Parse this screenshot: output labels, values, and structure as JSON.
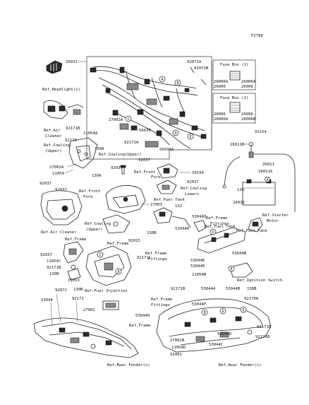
{
  "diagram_id": "F2780",
  "circle_letters": [
    "A",
    "B",
    "C",
    "D",
    "E"
  ],
  "boxes": {
    "fuse1": {
      "title": "Fuse Box (1)",
      "left": [
        "26006A",
        "26006"
      ],
      "right": [
        "26006A",
        "26006"
      ]
    },
    "fuse2": {
      "title": "Fuse Box (2)",
      "left": [
        "26006",
        "26006A"
      ],
      "right": [
        "26006",
        "26006B"
      ]
    }
  },
  "labels": {
    "p26031": "26031",
    "p92072A": "92072A",
    "p92072B": "92072B",
    "p26011B": "26011B",
    "p92154": "92154",
    "p26011": "26011",
    "p26011A": "26011A",
    "p130_batt": "130",
    "p26012": "26012",
    "p27002A": "27002A",
    "p56030": "56030",
    "p92171A": "92171A",
    "p56030A": "56030A",
    "p92171B_a": "92171B",
    "p11054A": "11054A",
    "p92170": "92170",
    "p130A_a": "130A",
    "p92037_a": "92037",
    "p27002A_b": "27002A",
    "p11054": "11054",
    "p130A_b": "130A",
    "p92037_b": "92037",
    "p39156": "39156",
    "p92037_c": "92037",
    "p92037_d": "92037",
    "p92037_e": "92037",
    "p132": "132",
    "p27003": "27003",
    "p530440_a": "530440",
    "p530440_b": "530440",
    "p130B_a": "130B",
    "p92015": "92015",
    "p92171C": "92171C",
    "p92037_f": "92037",
    "p11054C": "11054C",
    "p92171B_b": "92171B",
    "p130B_b": "130B",
    "p11053": "11053",
    "p130B_c": "130B",
    "p53044B_a": "53044B",
    "p53044E": "53044E",
    "p53044E_b": "53044E",
    "p11054B": "11054B",
    "p92171B_c": "92171B",
    "p53044A": "53044A",
    "p53044B_b": "53044B",
    "p130B_d": "130B",
    "p92170A": "92170A",
    "p92072": "92072",
    "p53044": "53044",
    "p92171": "92171",
    "p27002": "27002",
    "p53044F": "53044F",
    "p53044D": "53044D",
    "p92171B_d": "92171B",
    "p92171B_e": "92171B",
    "p27002B": "27002B",
    "p11054D": "11054D",
    "p53044C": "53044C",
    "p92001": "92001",
    "p530440_c": "530440"
  },
  "refs": {
    "headlight": "Ref.Headlight(s)",
    "air_cleaner_a": "Ref.Air",
    "air_cleaner_b": "Cleaner",
    "cowling_upper_a": "Ref.Cowling",
    "cowling_upper_b": "(Upper)",
    "cowling_upper2": "Ref.Cowling(Upper)",
    "front_fork": "Ref.Front",
    "front_fork_b": "Fork",
    "cowling_lowers": "Ref.Cowling",
    "cowling_lowers_b": "Lowers",
    "fuel_tank": "Ref.Fuel Tank",
    "front_fork2": "Ref.Front",
    "front_fork2_b": "Fork",
    "starter_motor": "Ref.Starter",
    "starter_motor_b": "Motor",
    "fuel_tank2": "Ref.Fuel Tank",
    "cowling3": "Ref.Cowling",
    "cowling3_b": "(Upper)",
    "air_cleaner2": "Ref.Air Cleaner",
    "frame1": "Ref.Frame",
    "frame2": "Ref.Frame",
    "frame_fittings": "Ref.Frame",
    "frame_fittings_b": "Fittings",
    "frame_fittings2": "Ref.Frame",
    "frame_fittings2_b": "Fittings",
    "ignition_switch": "Ref.Ignition Switch",
    "fuel_injection": "Ref.Fuel Injection",
    "frame_fittings3": "Ref.Frame",
    "frame_fittings3_b": "Fittings",
    "frame3": "Ref.Frame",
    "rear_fender1": "Ref.Rear Fender(s)",
    "rear_fender2": "Ref.Rear Fender(s)"
  }
}
